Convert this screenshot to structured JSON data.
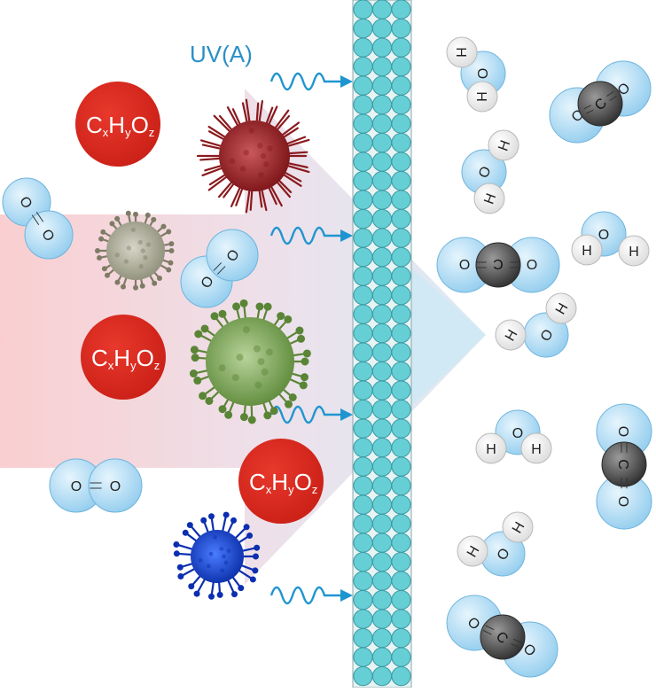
{
  "diagram": {
    "light_label": "UV(A)",
    "atom_labels": {
      "oxygen": "O",
      "hydrogen": "H",
      "carbon": "C"
    },
    "organic_compound": {
      "C": "C",
      "x": "x",
      "H": "H",
      "y": "y",
      "O": "O",
      "z": "z"
    },
    "colors": {
      "inflow_arrow": "#f9c9cb",
      "outflow_arrow": "#cfe9f4",
      "catalyst_beads": "#66cfd6",
      "oxygen_atom": "#aedcf3",
      "carbon_atom": "#555555",
      "organic_compound": "#d9271d",
      "uv_waves": "#1f95d0"
    }
  }
}
